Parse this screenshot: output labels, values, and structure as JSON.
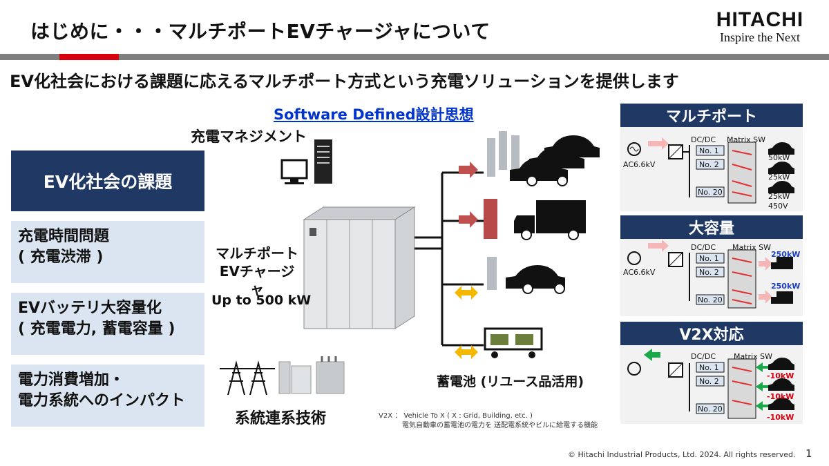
{
  "header": {
    "title": "はじめに・・・マルチポートEVチャージャについて",
    "logo_brand": "HITACHI",
    "logo_tagline": "Inspire the Next",
    "colors": {
      "bar": "#7f7f7f",
      "accent": "#d7000f",
      "navy": "#1f3864"
    }
  },
  "subtitle": "EV化社会における課題に応えるマルチポート方式という充電ソリューションを提供します",
  "diagram": {
    "sdd": "Software Defined設計思想",
    "mgmt_label": "充電マネジメント",
    "charger_line1": "マルチポート",
    "charger_line2": "EVチャージャ",
    "capacity": "Up to 500 kW",
    "grid_label": "系統連系技術",
    "battery_label": "蓄電池 (リユース品活用)"
  },
  "issues": {
    "header": "EV化社会の課題",
    "items": [
      {
        "line1": "充電時間問題",
        "line2": "( 充電渋滞 )"
      },
      {
        "line1": "EVバッテリ大容量化",
        "line2": "( 充電電力, 蓄電容量 )"
      },
      {
        "line1": "電力消費増加・",
        "line2": "電力系統へのインパクト"
      }
    ]
  },
  "panels": [
    {
      "title": "マルチポート",
      "ac": "AC6.6kV",
      "dcdc": "DC/DC",
      "sw": "Matrix SW",
      "modules": [
        "No. 1",
        "No. 2",
        "No. 20"
      ],
      "outputs": [
        "50kW",
        "25kW",
        "25kW",
        "450V"
      ]
    },
    {
      "title": "大容量",
      "ac": "AC6.6kV",
      "dcdc": "DC/DC",
      "sw": "Matrix SW",
      "modules": [
        "No. 1",
        "No. 2",
        "No. 20"
      ],
      "outputs": [
        "250kW",
        "250kW"
      ]
    },
    {
      "title": "V2X対応",
      "dcdc": "DC/DC",
      "sw": "Matrix SW",
      "modules": [
        "No. 1",
        "No. 2",
        "No. 20"
      ],
      "outputs": [
        "-10kW",
        "-10kW",
        "-10kW"
      ]
    }
  ],
  "note": {
    "line1": "V2X ： Vehicle To X ( X : Grid, Building, etc. )",
    "line2": "電気自動車の蓄電池の電力を 送配電系統やビルに給電する機能"
  },
  "footer": {
    "copyright": "© Hitachi Industrial Products, Ltd. 2024. All rights reserved.",
    "page": "1"
  }
}
